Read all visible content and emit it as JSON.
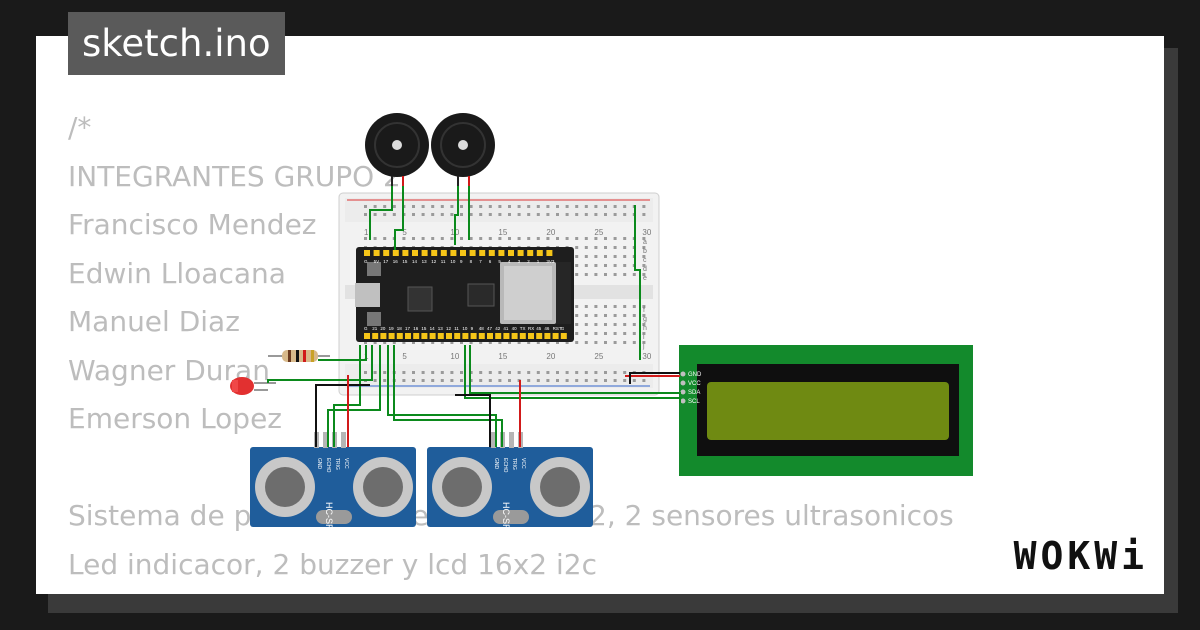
{
  "project": {
    "filename": "sketch.ino"
  },
  "code_lines": [
    "/*",
    "INTEGRANTES GRUPO 2",
    "Francisco Mendez",
    "Edwin Lloacana",
    "Manuel Diaz",
    "Wagner Duran",
    "Emerson Lopez",
    "",
    "Sistema de p                  e              332, 2 sensores ultrasonicos",
    "Led indicacor, 2 buzzer y lcd 16x2 i2c",
    "*/"
  ],
  "components": {
    "esp32_pins_top": [
      "G",
      "5V",
      "17",
      "16",
      "15",
      "14",
      "13",
      "12",
      "11",
      "10",
      "9",
      "8",
      "7",
      "6",
      "5",
      "4",
      "3",
      "2",
      "1",
      "3V3"
    ],
    "esp32_pins_bottom": [
      "G",
      "21",
      "20",
      "19",
      "18",
      "17",
      "16",
      "15",
      "14",
      "13",
      "12",
      "11",
      "10",
      "9",
      "48",
      "47",
      "42",
      "41",
      "40",
      "TX",
      "RX",
      "45",
      "46",
      "RST",
      "G"
    ],
    "lcd_pins": [
      "GND",
      "VCC",
      "SDA",
      "SCL"
    ],
    "sensor1_label": "HC-SR04",
    "sensor2_label": "HC-SR04",
    "sensor_pins": [
      "GND",
      "ECHO",
      "TRIG",
      "VCC"
    ],
    "breadboard_cols": [
      "1",
      "5",
      "10",
      "15",
      "20",
      "25",
      "30"
    ],
    "breadboard_rows": [
      "a",
      "b",
      "c",
      "d",
      "e",
      "f",
      "g",
      "h",
      "i",
      "j"
    ]
  },
  "brand": {
    "logo": "WOKWi"
  },
  "colors": {
    "wire_green": "#0b8a1c",
    "wire_black": "#111111",
    "wire_red": "#d11a1a",
    "lcd_pcb": "#138a2c",
    "lcd_screen": "#6f8a12",
    "sensor_pcb": "#1f5d9b",
    "esp32_board": "#1e1e1e"
  }
}
